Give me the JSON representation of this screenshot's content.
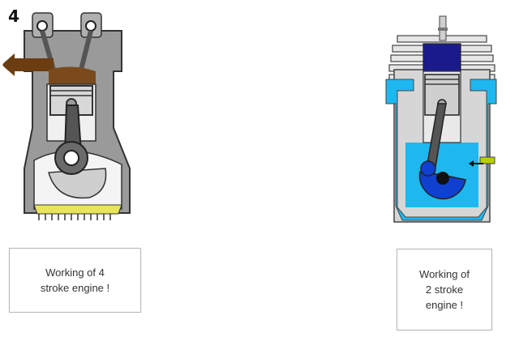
{
  "four_stroke": {
    "step_number": "4",
    "caption_lines": [
      "Working of 4",
      "stroke engine !"
    ]
  },
  "two_stroke": {
    "caption_lines": [
      "Working of",
      "2 stroke",
      "engine !"
    ]
  },
  "colors": {
    "cylinder_gray": "#8a8a8a",
    "exhaust_brown": "#6b3d10",
    "intake_yellow": "#e8e45c",
    "piston_dark": "#4a4a4a",
    "fuel_blue": "#1fb7ef",
    "cylinder_head_navy": "#1b1a8c",
    "crank_blue": "#1040d0",
    "gas_green": "#b8d000"
  }
}
